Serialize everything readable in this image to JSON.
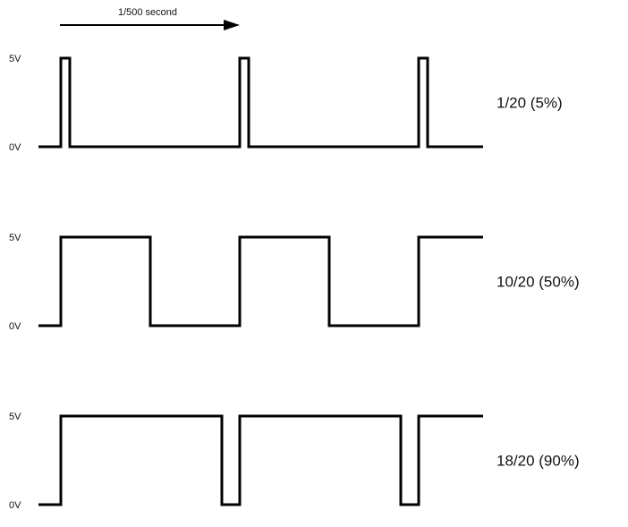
{
  "period_label": "1/500 second",
  "high_label": "5V",
  "low_label": "0V",
  "cycles": 3,
  "rows": [
    {
      "label": "1/20 (5%)",
      "duty": 0.05
    },
    {
      "label": "10/20 (50%)",
      "duty": 0.5
    },
    {
      "label": "18/20 (90%)",
      "duty": 0.9
    }
  ],
  "colors": {
    "line": "#000000",
    "text": "#111111"
  }
}
